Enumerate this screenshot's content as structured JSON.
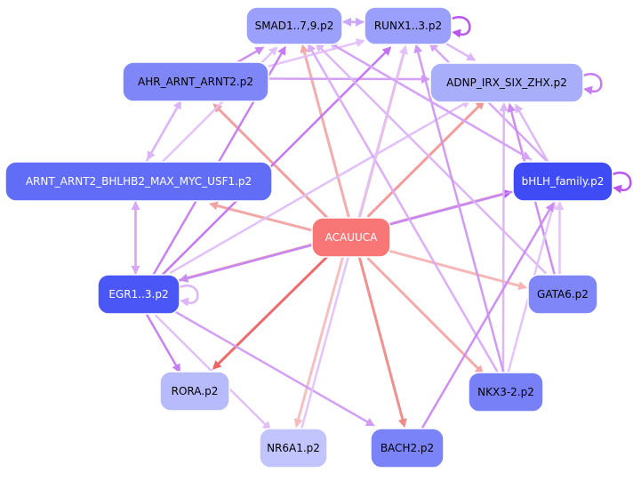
{
  "nodes": [
    {
      "id": "center",
      "label": "ACAUUCA",
      "fill": "#f87676",
      "text": "#ffffff"
    },
    {
      "id": "smad",
      "label": "SMAD1..7,9.p2",
      "fill": "#9aa0fb",
      "text": "#000000"
    },
    {
      "id": "runx",
      "label": "RUNX1..3.p2",
      "fill": "#999ffb",
      "text": "#000000"
    },
    {
      "id": "ahr",
      "label": "AHR_ARNT_ARNT2.p2",
      "fill": "#7f87f8",
      "text": "#000000"
    },
    {
      "id": "adnp",
      "label": "ADNP_IRX_SIX_ZHX.p2",
      "fill": "#a9aefb",
      "text": "#000000"
    },
    {
      "id": "arnt",
      "label": "ARNT_ARNT2_BHLHB2_MAX_MYC_USF1.p2",
      "fill": "#626df7",
      "text": "#ffffff"
    },
    {
      "id": "bhlh",
      "label": "bHLH_family.p2",
      "fill": "#3f4cf5",
      "text": "#ffffff"
    },
    {
      "id": "egr",
      "label": "EGR1..3.p2",
      "fill": "#4a56f5",
      "text": "#ffffff"
    },
    {
      "id": "gata",
      "label": "GATA6.p2",
      "fill": "#7e86f8",
      "text": "#000000"
    },
    {
      "id": "rora",
      "label": "RORA.p2",
      "fill": "#b7bbfc",
      "text": "#000000"
    },
    {
      "id": "nkx",
      "label": "NKX3-2.p2",
      "fill": "#7880f8",
      "text": "#000000"
    },
    {
      "id": "nr6a",
      "label": "NR6A1.p2",
      "fill": "#c1c4fd",
      "text": "#000000"
    },
    {
      "id": "bach",
      "label": "BACH2.p2",
      "fill": "#7b83f8",
      "text": "#000000"
    }
  ],
  "edges": [
    {
      "from": "center",
      "to": "arnt",
      "color": "#f4a3a3"
    },
    {
      "from": "center",
      "to": "ahr",
      "color": "#f29c9c"
    },
    {
      "from": "center",
      "to": "smad",
      "color": "#f4a8a8"
    },
    {
      "from": "center",
      "to": "runx",
      "color": "#f6b8b8"
    },
    {
      "from": "center",
      "to": "adnp",
      "color": "#f39797"
    },
    {
      "from": "center",
      "to": "bhlh",
      "color": "#f7c0c0"
    },
    {
      "from": "center",
      "to": "egr",
      "color": "#f4aaaa"
    },
    {
      "from": "center",
      "to": "gata",
      "color": "#f6b4b4"
    },
    {
      "from": "center",
      "to": "rora",
      "color": "#ef6464"
    },
    {
      "from": "center",
      "to": "nkx",
      "color": "#f4a7a7"
    },
    {
      "from": "center",
      "to": "nr6a",
      "color": "#f7bdbd"
    },
    {
      "from": "center",
      "to": "bach",
      "color": "#f28a8a"
    },
    {
      "from": "ahr",
      "to": "smad",
      "color": "#cc88f3"
    },
    {
      "from": "ahr",
      "to": "runx",
      "color": "#e3c1fa"
    },
    {
      "from": "ahr",
      "to": "adnp",
      "color": "#d29af6"
    },
    {
      "from": "ahr",
      "to": "arnt",
      "color": "#dcb4f8"
    },
    {
      "from": "arnt",
      "to": "ahr",
      "color": "#dcb4f8"
    },
    {
      "from": "arnt",
      "to": "smad",
      "color": "#e2c0fa"
    },
    {
      "from": "arnt",
      "to": "egr",
      "color": "#d8a8f7"
    },
    {
      "from": "egr",
      "to": "arnt",
      "color": "#d8a8f7"
    },
    {
      "from": "egr",
      "to": "smad",
      "color": "#c67cf3"
    },
    {
      "from": "egr",
      "to": "runx",
      "color": "#c470f2"
    },
    {
      "from": "egr",
      "to": "adnp",
      "color": "#e1bdf9"
    },
    {
      "from": "egr",
      "to": "bhlh",
      "color": "#b155f1"
    },
    {
      "from": "egr",
      "to": "rora",
      "color": "#c67cf3"
    },
    {
      "from": "egr",
      "to": "nr6a",
      "color": "#e1bdf9"
    },
    {
      "from": "egr",
      "to": "bach",
      "color": "#d29af6"
    },
    {
      "from": "bhlh",
      "to": "smad",
      "color": "#e2c0fa"
    },
    {
      "from": "bhlh",
      "to": "runx",
      "color": "#d6a3f7"
    },
    {
      "from": "bhlh",
      "to": "adnp",
      "color": "#dcb4f8"
    },
    {
      "from": "bhlh",
      "to": "egr",
      "color": "#c98bf4"
    },
    {
      "from": "gata",
      "to": "adnp",
      "color": "#cc88f3"
    },
    {
      "from": "gata",
      "to": "bhlh",
      "color": "#e3c1fa"
    },
    {
      "from": "gata",
      "to": "smad",
      "color": "#dcb4f8"
    },
    {
      "from": "nkx",
      "to": "adnp",
      "color": "#dcb4f8"
    },
    {
      "from": "nkx",
      "to": "bhlh",
      "color": "#e3c1fa"
    },
    {
      "from": "nkx",
      "to": "runx",
      "color": "#cf96f5"
    },
    {
      "from": "nkx",
      "to": "smad",
      "color": "#dba9f8"
    },
    {
      "from": "bach",
      "to": "bhlh",
      "color": "#cc88f3"
    },
    {
      "from": "nr6a",
      "to": "runx",
      "color": "#e3c1fa"
    },
    {
      "from": "smad",
      "to": "runx",
      "color": "#c8a8f8"
    },
    {
      "from": "runx",
      "to": "smad",
      "color": "#c8a8f8"
    },
    {
      "from": "runx",
      "to": "adnp",
      "color": "#dcb4f8"
    },
    {
      "from": "smad",
      "to": "bhlh",
      "color": "#d6a3f7"
    }
  ],
  "self_loops": [
    {
      "node": "runx",
      "color": "#bb55f1"
    },
    {
      "node": "adnp",
      "color": "#c67cf3"
    },
    {
      "node": "bhlh",
      "color": "#bb55f1"
    },
    {
      "node": "egr",
      "color": "#dcb4f8"
    }
  ]
}
